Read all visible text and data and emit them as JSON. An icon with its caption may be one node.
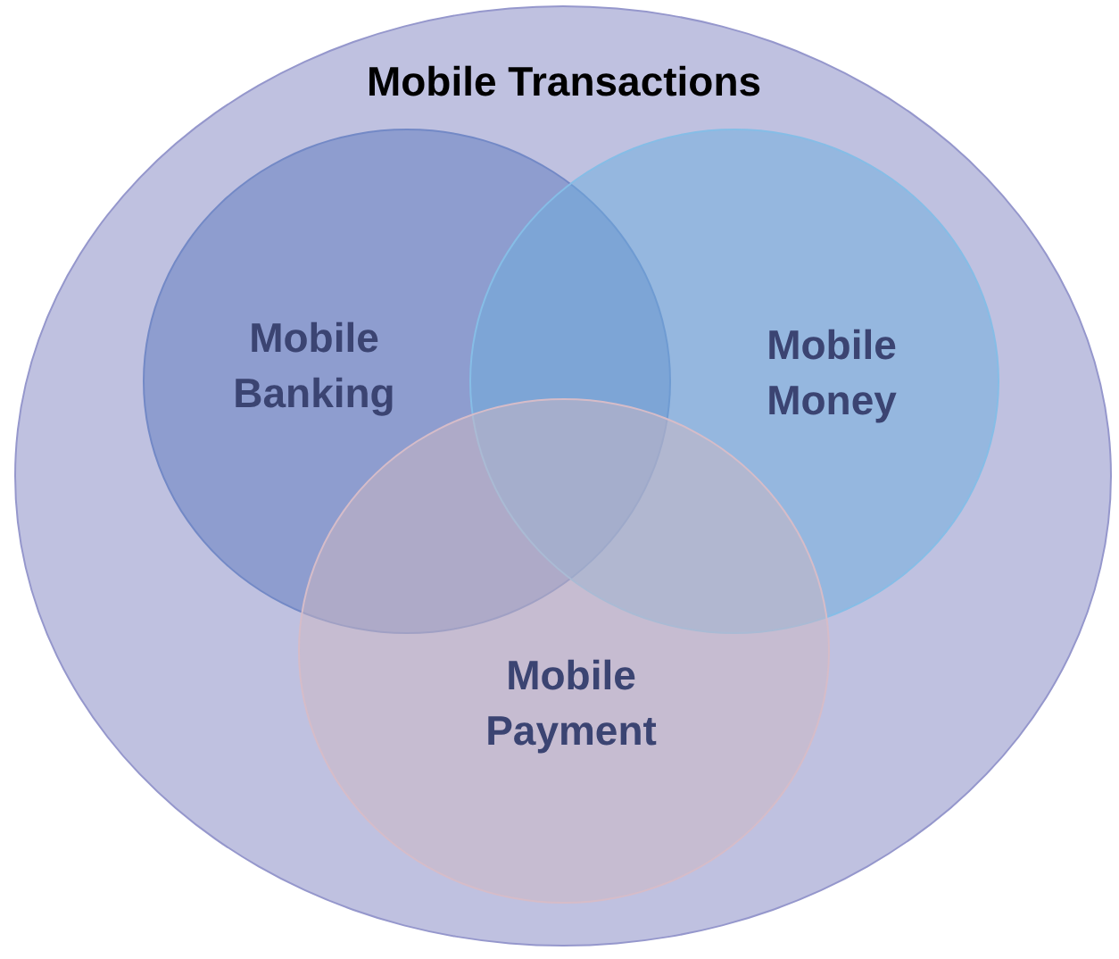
{
  "diagram": {
    "nodes": [
      {
        "text": [
          "Mobile Transactions"
        ]
      },
      {
        "text": [
          "Mobile Banking"
        ],
        "in": 0
      },
      {
        "text": [
          "Mobile Money"
        ],
        "in": 0
      },
      {
        "text": [
          "Mobile Payment"
        ],
        "in": 0
      }
    ]
  }
}
